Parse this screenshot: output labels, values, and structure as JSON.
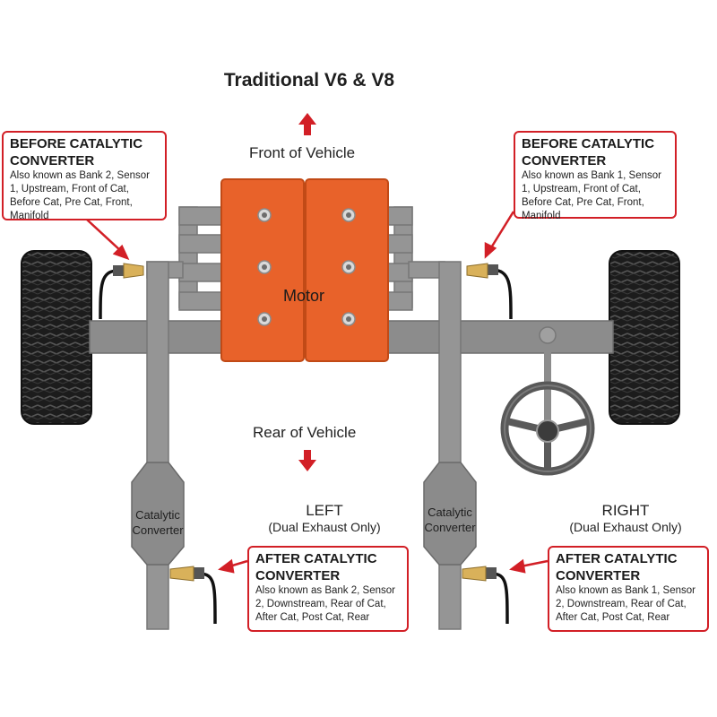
{
  "title": "Traditional V6 & V8",
  "front_label": "Front of Vehicle",
  "rear_label": "Rear of Vehicle",
  "motor_label": "Motor",
  "left": {
    "label": "LEFT",
    "sub": "(Dual Exhaust Only)"
  },
  "right": {
    "label": "RIGHT",
    "sub": "(Dual Exhaust Only)"
  },
  "cat_left": {
    "line1": "Catalytic",
    "line2": "Converter"
  },
  "cat_right": {
    "line1": "Catalytic",
    "line2": "Converter"
  },
  "callouts": {
    "before_left": {
      "heading1": "BEFORE CATALYTIC",
      "heading2": "CONVERTER",
      "desc": "Also known as Bank 2, Sensor 1, Upstream, Front of Cat, Before Cat, Pre Cat, Front, Manifold"
    },
    "before_right": {
      "heading1": "BEFORE CATALYTIC",
      "heading2": "CONVERTER",
      "desc": "Also known as Bank 1, Sensor 1, Upstream, Front of Cat, Before Cat, Pre Cat, Front, Manifold"
    },
    "after_left": {
      "heading1": "AFTER CATALYTIC",
      "heading2": "CONVERTER",
      "desc": "Also known as Bank 2, Sensor 2, Downstream, Rear of Cat, After Cat, Post Cat, Rear"
    },
    "after_right": {
      "heading1": "AFTER CATALYTIC",
      "heading2": "CONVERTER",
      "desc": "Also known as Bank 1, Sensor 2, Downstream, Rear of Cat, After Cat, Post Cat, Rear"
    }
  },
  "colors": {
    "motor": "#e8622a",
    "pipe": "#8f8f8f",
    "tire": "#1c1c1c",
    "accent": "#d21f26",
    "sensor": "#d9b15a"
  }
}
